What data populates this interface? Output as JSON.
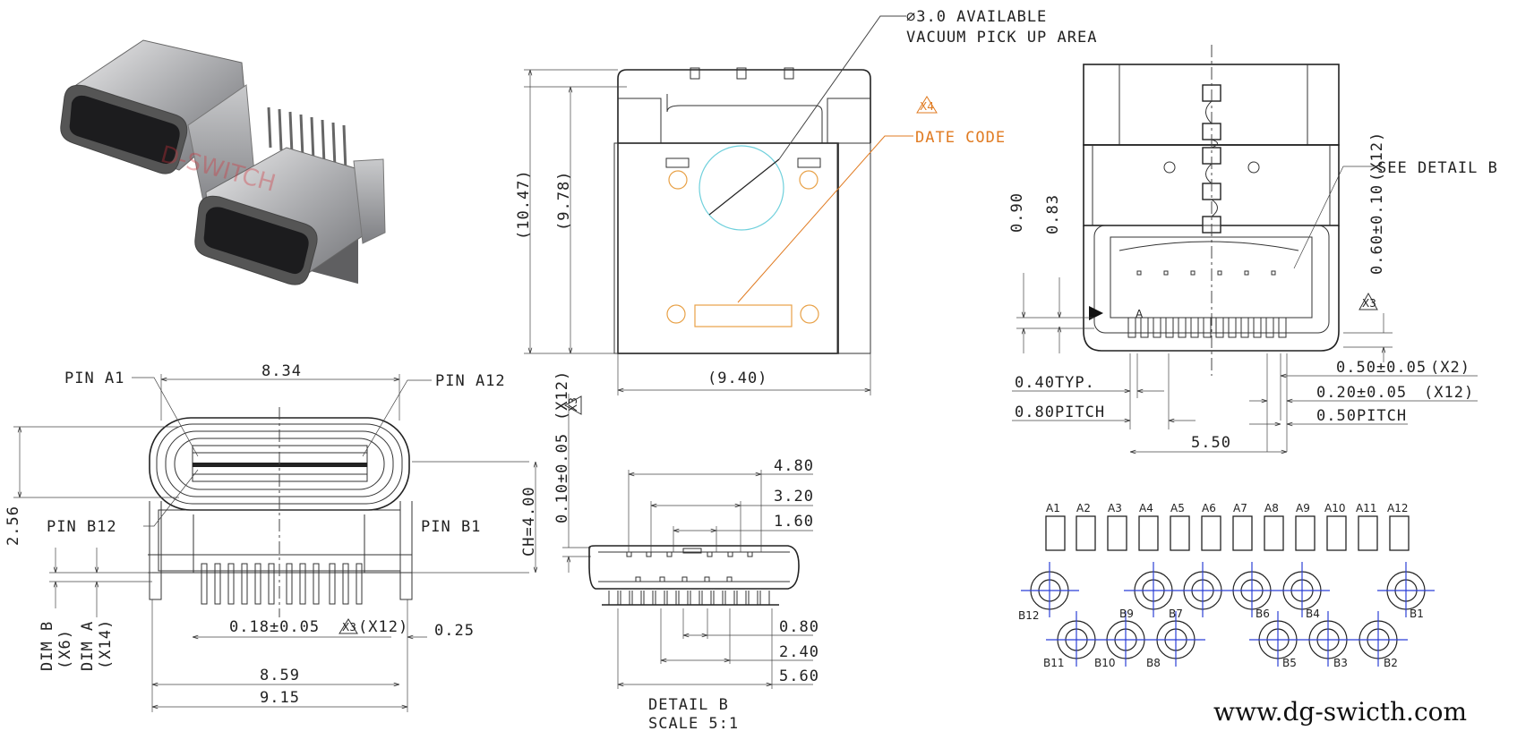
{
  "photo": {
    "brand_mark": "D-SWITCH"
  },
  "front_view": {
    "pin_a1": "PIN A1",
    "pin_a12": "PIN A12",
    "pin_b12": "PIN B12",
    "pin_b1": "PIN B1",
    "dim_width_top": "8.34",
    "dim_height_left": "2.56",
    "dim_pitch": "0.18±0.05",
    "dim_pitch_qty": "(X12)",
    "dim_pitch_flag": "X3",
    "dim_right_gap": "0.25",
    "dim_width_mid": "8.59",
    "dim_width_bottom": "9.15",
    "dim_b_label": "DIM B",
    "dim_b_qty": "(X6)",
    "dim_a_label": "DIM A",
    "dim_a_qty": "(X14)"
  },
  "top_view": {
    "vacuum_line1": "∅3.0 AVAILABLE",
    "vacuum_line2": "VACUUM PICK UP AREA",
    "date_code_flag": "X4",
    "date_code": "DATE CODE",
    "dim_height_outer": "(10.47)",
    "dim_height_inner": "(9.78)",
    "dim_width": "(9.40)"
  },
  "side_dims": {
    "dim_vertical": "0.10±0.05",
    "dim_vertical_qty": "(X12)",
    "dim_vertical_flag": "X3",
    "dim_ch": "CH=4.00"
  },
  "detail_b": {
    "dim_480": "4.80",
    "dim_320": "3.20",
    "dim_160": "1.60",
    "dim_080": "0.80",
    "dim_240": "2.40",
    "dim_560": "5.60",
    "title": "DETAIL  B",
    "scale": "SCALE  5:1"
  },
  "right_view": {
    "see_detail": "SEE DETAIL  B",
    "dim_090": "0.90",
    "dim_083": "0.83",
    "dim_vertical": "0.60±0.10",
    "dim_vertical_qty": "(X12)",
    "flag_x3": "X3",
    "dim_040": "0.40TYP.",
    "dim_080pitch": "0.80PITCH",
    "dim_050": "0.50±0.05",
    "dim_050_qty": "(X2)",
    "dim_020": "0.20±0.05",
    "dim_020_qty": "(X12)",
    "dim_050pitch": "0.50PITCH",
    "dim_550": "5.50",
    "marker_a": "A"
  },
  "footprint": {
    "a_labels": [
      "A1",
      "A2",
      "A3",
      "A4",
      "A5",
      "A6",
      "A7",
      "A8",
      "A9",
      "A10",
      "A11",
      "A12"
    ],
    "b_top": [
      "B12",
      "B9",
      "B7",
      "B6",
      "B4",
      "B1"
    ],
    "b_bottom": [
      "B11",
      "B10",
      "B8",
      "B5",
      "B3",
      "B2"
    ]
  },
  "website": "www.dg-swicth.com"
}
